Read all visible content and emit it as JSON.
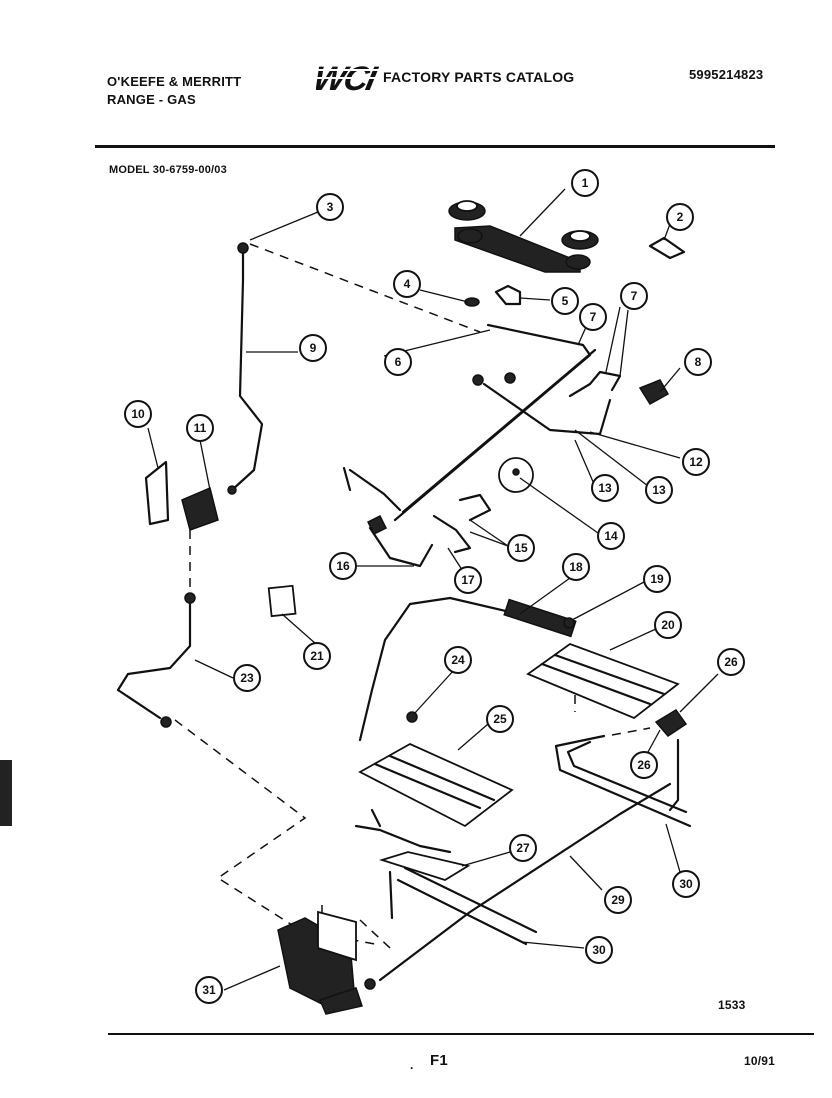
{
  "header": {
    "brand_line1": "O'KEEFE & MERRITT",
    "brand_line2": "RANGE - GAS",
    "logo_text": "WCI",
    "catalog_title": "FACTORY PARTS CATALOG",
    "part_number": "5995214823",
    "model": "MODEL 30-6759-00/03"
  },
  "footer": {
    "figure_number": "1533",
    "page_label": "F1",
    "date": "10/91"
  },
  "callouts": [
    "1",
    "2",
    "3",
    "4",
    "5",
    "6",
    "7",
    "7",
    "8",
    "9",
    "10",
    "11",
    "12",
    "13",
    "13",
    "14",
    "15",
    "16",
    "17",
    "18",
    "19",
    "20",
    "21",
    "23",
    "24",
    "25",
    "26",
    "26",
    "27",
    "29",
    "30",
    "30",
    "31"
  ]
}
